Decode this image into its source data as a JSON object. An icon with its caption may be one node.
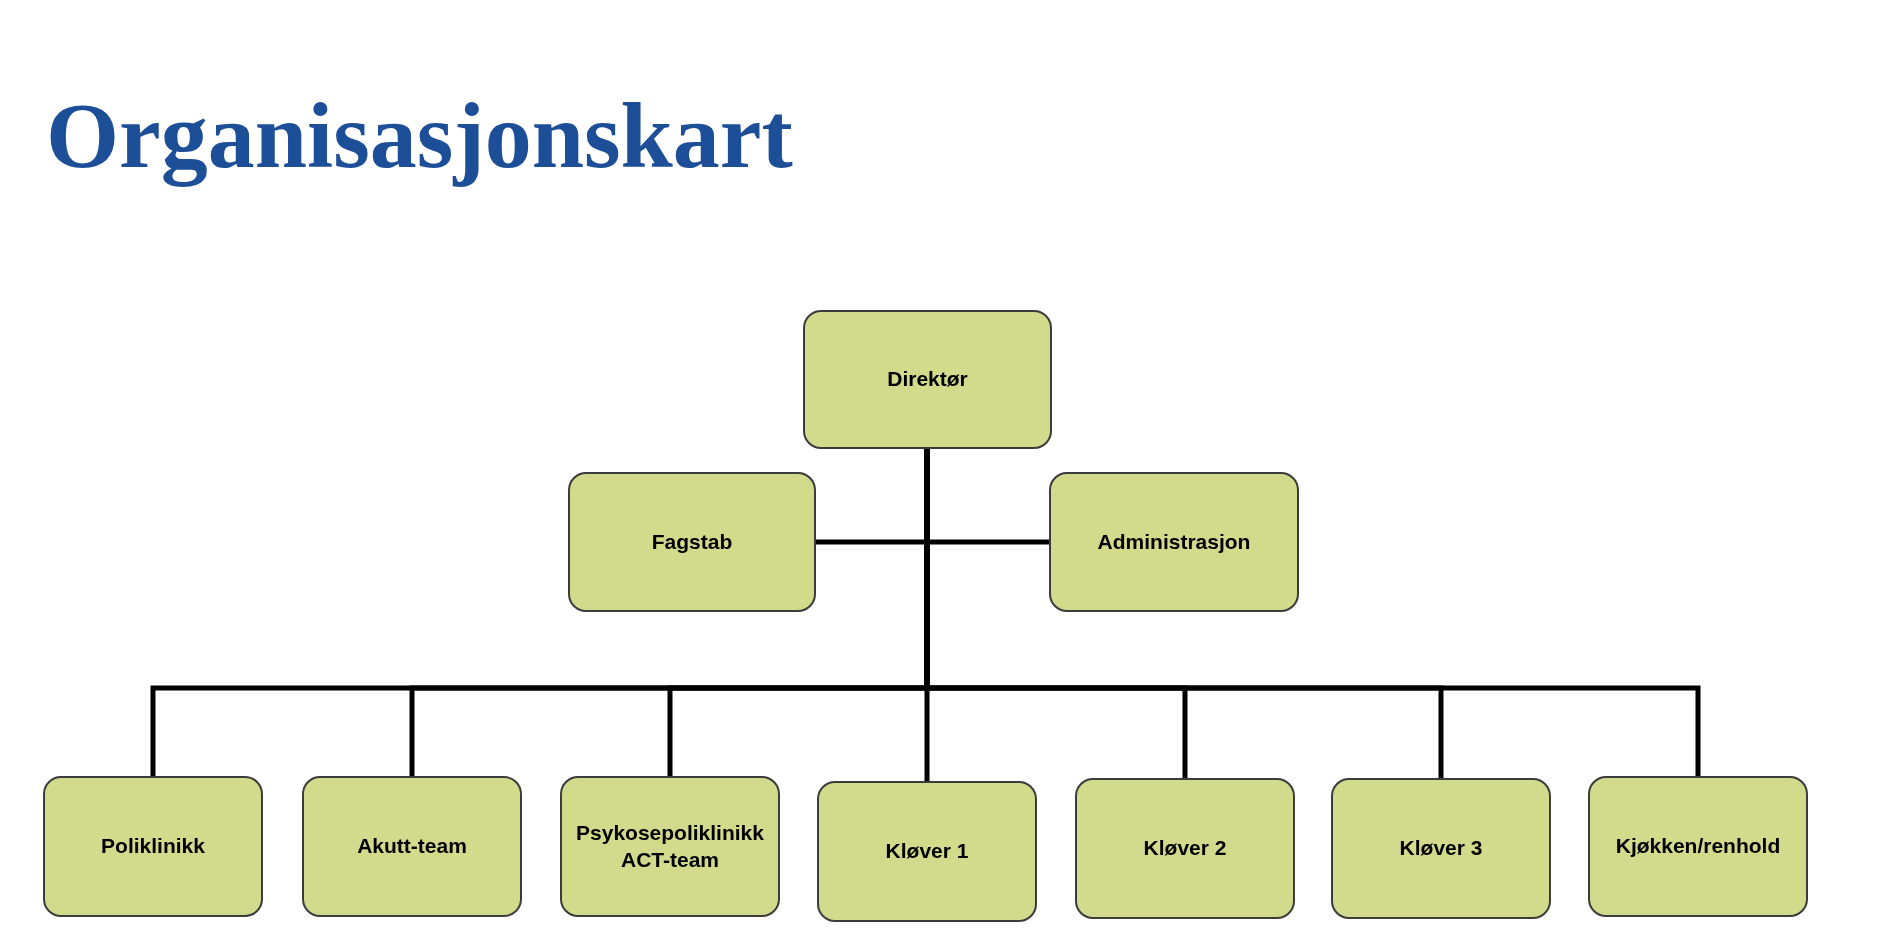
{
  "diagram": {
    "title": "Organisasjonskart",
    "nodes": [
      {
        "text": [
          "Direktør"
        ]
      },
      {
        "text": [
          "Fagstab"
        ]
      },
      {
        "text": [
          "Administrasjon"
        ]
      },
      {
        "text": [
          "Poliklinikk"
        ]
      },
      {
        "text": [
          "Akutt-team"
        ]
      },
      {
        "text": [
          "Psykosepoliklinikk ACT-team"
        ]
      },
      {
        "text": [
          "Kløver 1"
        ]
      },
      {
        "text": [
          "Kløver 2"
        ]
      },
      {
        "text": [
          "Kløver 3"
        ]
      },
      {
        "text": [
          "Kjøkken/renhold"
        ]
      }
    ],
    "edges": [
      {
        "from": 0,
        "to": 1,
        "arrow": "none"
      },
      {
        "from": 0,
        "to": 2,
        "arrow": "none"
      },
      {
        "from": 0,
        "to": 3,
        "arrow": "none"
      },
      {
        "from": 0,
        "to": 4,
        "arrow": "none"
      },
      {
        "from": 0,
        "to": 5,
        "arrow": "none"
      },
      {
        "from": 0,
        "to": 6,
        "arrow": "none"
      },
      {
        "from": 0,
        "to": 7,
        "arrow": "none"
      },
      {
        "from": 0,
        "to": 8,
        "arrow": "none"
      },
      {
        "from": 0,
        "to": 9,
        "arrow": "none"
      }
    ]
  }
}
